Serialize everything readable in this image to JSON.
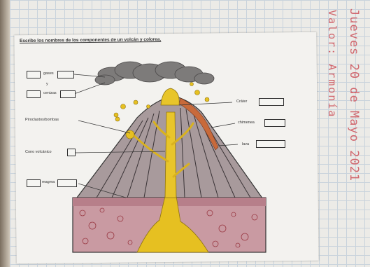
{
  "worksheet": {
    "title": "Escribe los nombres de los componentes de un volcán y colorea."
  },
  "labels": {
    "gases": "gases",
    "y": "y",
    "cenizas": "cenizas",
    "piroclastos": "Piroclastos/bombas",
    "cono": "Cono volcánico",
    "magma": "magma",
    "crater": "Cráter",
    "chimenea": "chimenea",
    "lava": "lava"
  },
  "handwriting": {
    "line1": "Jueves 20 de Mayo 2021",
    "line2": "Valor: Armonía"
  }
}
